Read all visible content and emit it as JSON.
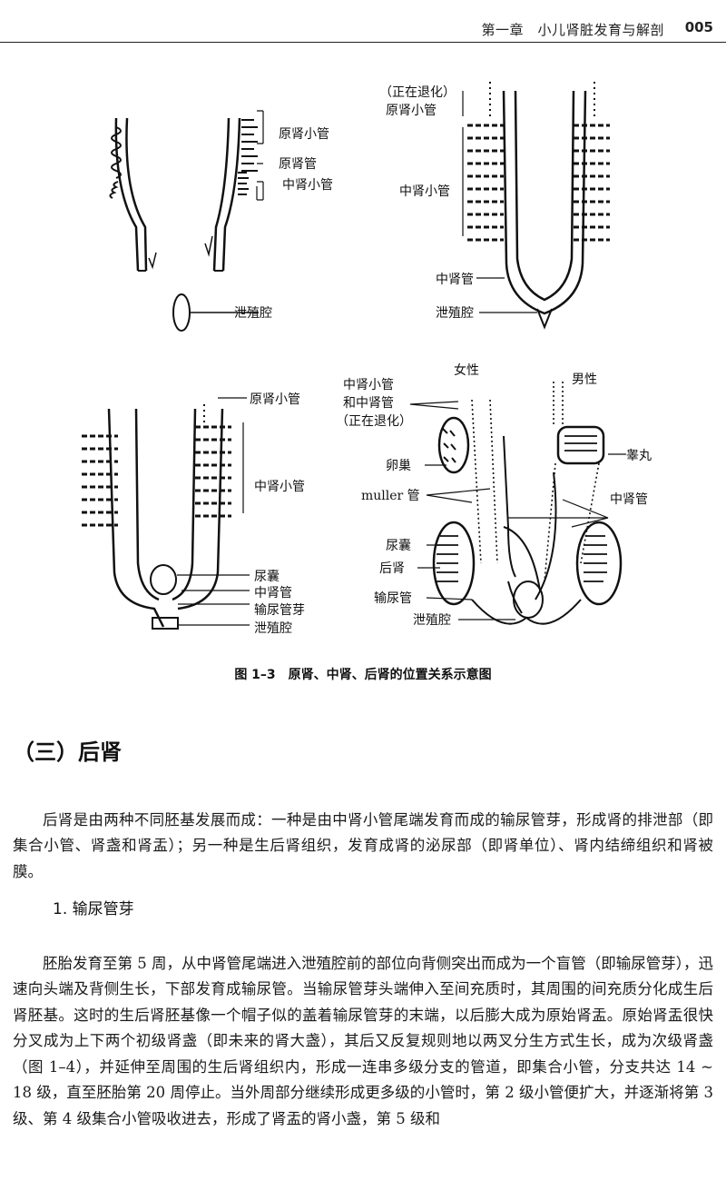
{
  "header": {
    "chapter": "第一章　小儿肾脏发育与解剖",
    "page": "005"
  },
  "figure": {
    "labels": {
      "p1_pronephric_tubule": "原肾小管",
      "p1_pronephric_duct": "原肾管",
      "p1_mesonephric_tubule": "中肾小管",
      "p1_cloaca": "泄殖腔",
      "p2_regressing_line1": "（正在退化）",
      "p2_regressing_line2": "原肾小管",
      "p2_mesonephric_tubule": "中肾小管",
      "p2_mesonephric_duct": "中肾管",
      "p2_cloaca": "泄殖腔",
      "p3_pronephric_tubule": "原肾小管",
      "p3_mesonephric_tubule": "中肾小管",
      "p3_ureteric_bud_sac": "尿囊",
      "p3_mesonephric_duct": "中肾管",
      "p3_ureteric_bud": "输尿管芽",
      "p3_cloaca": "泄殖腔",
      "p4_female": "女性",
      "p4_male": "男性",
      "p4_meso_line1": "中肾小管",
      "p4_meso_line2": "和中肾管",
      "p4_meso_line3": "（正在退化）",
      "p4_ovary": "卵巢",
      "p4_muller": "muller 管",
      "p4_allantois": "尿囊",
      "p4_metanephros": "后肾",
      "p4_ureter": "输尿管",
      "p4_cloaca": "泄殖腔",
      "p4_testis": "睾丸",
      "p4_mesonephric_duct": "中肾管"
    },
    "caption": "图 1–3　原肾、中肾、后肾的位置关系示意图"
  },
  "section": {
    "title": "（三）后肾",
    "para1": "后肾是由两种不同胚基发展而成：一种是由中肾小管尾端发育而成的输尿管芽，形成肾的排泄部（即集合小管、肾盏和肾盂）；另一种是生后肾组织，发育成肾的泌尿部（即肾单位）、肾内结缔组织和肾被膜。",
    "subhead": "1. 输尿管芽",
    "para2": "胚胎发育至第 5 周，从中肾管尾端进入泄殖腔前的部位向背侧突出而成为一个盲管（即输尿管芽），迅速向头端及背侧生长，下部发育成输尿管。当输尿管芽头端伸入至间充质时，其周围的间充质分化成生后肾胚基。这时的生后肾胚基像一个帽子似的盖着输尿管芽的末端，以后膨大成为原始肾盂。原始肾盂很快分叉成为上下两个初级肾盏（即未来的肾大盏），其后又反复规则地以两叉分生方式生长，成为次级肾盏（图 1–4），并延伸至周围的生后肾组织内，形成一连串多级分支的管道，即集合小管，分支共达 14 ~ 18 级，直至胚胎第 20 周停止。当外周部分继续形成更多级的小管时，第 2 级小管便扩大，并逐渐将第 3 级、第 4 级集合小管吸收进去，形成了肾盂的肾小盏，第 5 级和"
  }
}
